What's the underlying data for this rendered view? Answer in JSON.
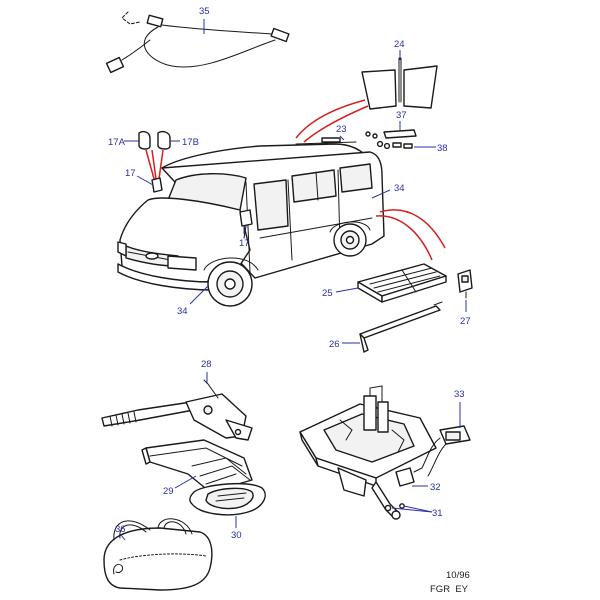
{
  "callouts": {
    "c35": "35",
    "c24": "24",
    "c37": "37",
    "c23": "23",
    "c38": "38",
    "c17a": "17A",
    "c17b": "17B",
    "c17_left": "17",
    "c17_mirror": "17",
    "c34_side": "34",
    "c34_front": "34",
    "c25": "25",
    "c27": "27",
    "c26": "26",
    "c28": "28",
    "c29": "29",
    "c30": "30",
    "c36": "36",
    "c33": "33",
    "c32": "32",
    "c31": "31"
  },
  "footer": {
    "date": "10/96",
    "code": "FGR  EY"
  },
  "colors": {
    "callout": "#2a2fa8",
    "reference_line": "#d62020",
    "linework": "#1a1a1a"
  }
}
